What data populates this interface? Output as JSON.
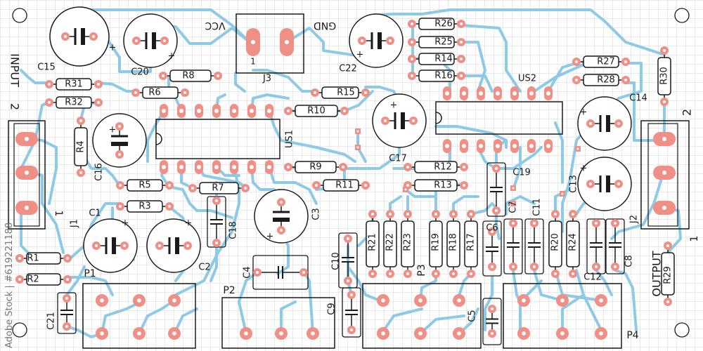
{
  "colors": {
    "grid": "#d4d4d4",
    "trace": "#8ecae6",
    "pad": "#ef8f86",
    "hole": "#ffffff",
    "outline": "#1a1a1a",
    "background": "#ffffff"
  },
  "connectors": {
    "input": {
      "title": "INPUT",
      "pin_right": "2",
      "pin_left": "1",
      "ref": "J1"
    },
    "output": {
      "title": "OUTPUT",
      "pin_right": "2",
      "pin_left": "1",
      "ref": "J2"
    },
    "power": {
      "ref": "J3",
      "vcc": "VCC",
      "gnd": "GND",
      "pin": "1"
    }
  },
  "ics": [
    {
      "ref": "US1"
    },
    {
      "ref": "US2"
    }
  ],
  "potentiometers": [
    {
      "ref": "P1"
    },
    {
      "ref": "P2"
    },
    {
      "ref": "P3"
    },
    {
      "ref": "P4"
    }
  ],
  "resistors": [
    {
      "ref": "R1"
    },
    {
      "ref": "R2"
    },
    {
      "ref": "R3"
    },
    {
      "ref": "R4"
    },
    {
      "ref": "R5"
    },
    {
      "ref": "R6"
    },
    {
      "ref": "R7"
    },
    {
      "ref": "R8"
    },
    {
      "ref": "R9"
    },
    {
      "ref": "R10"
    },
    {
      "ref": "R11"
    },
    {
      "ref": "R12"
    },
    {
      "ref": "R13"
    },
    {
      "ref": "R14"
    },
    {
      "ref": "R15"
    },
    {
      "ref": "R16"
    },
    {
      "ref": "R17"
    },
    {
      "ref": "R18"
    },
    {
      "ref": "R19"
    },
    {
      "ref": "R20"
    },
    {
      "ref": "R21"
    },
    {
      "ref": "R22"
    },
    {
      "ref": "R23"
    },
    {
      "ref": "R24"
    },
    {
      "ref": "R25"
    },
    {
      "ref": "R26"
    },
    {
      "ref": "R27"
    },
    {
      "ref": "R28"
    },
    {
      "ref": "R29"
    },
    {
      "ref": "R30"
    },
    {
      "ref": "R31"
    },
    {
      "ref": "R32"
    }
  ],
  "electrolytic_caps": [
    {
      "ref": "C1"
    },
    {
      "ref": "C2"
    },
    {
      "ref": "C3"
    },
    {
      "ref": "C13"
    },
    {
      "ref": "C14"
    },
    {
      "ref": "C15"
    },
    {
      "ref": "C16"
    },
    {
      "ref": "C17"
    },
    {
      "ref": "C20"
    },
    {
      "ref": "C22"
    }
  ],
  "ceramic_caps": [
    {
      "ref": "C4"
    },
    {
      "ref": "C5"
    },
    {
      "ref": "C6"
    },
    {
      "ref": "C7"
    },
    {
      "ref": "C8"
    },
    {
      "ref": "C9"
    },
    {
      "ref": "C10"
    },
    {
      "ref": "C11"
    },
    {
      "ref": "C12"
    },
    {
      "ref": "C18"
    },
    {
      "ref": "C19"
    },
    {
      "ref": "C21"
    }
  ],
  "polarity_plus": "+",
  "watermark": "Adobe Stock | #619221188"
}
